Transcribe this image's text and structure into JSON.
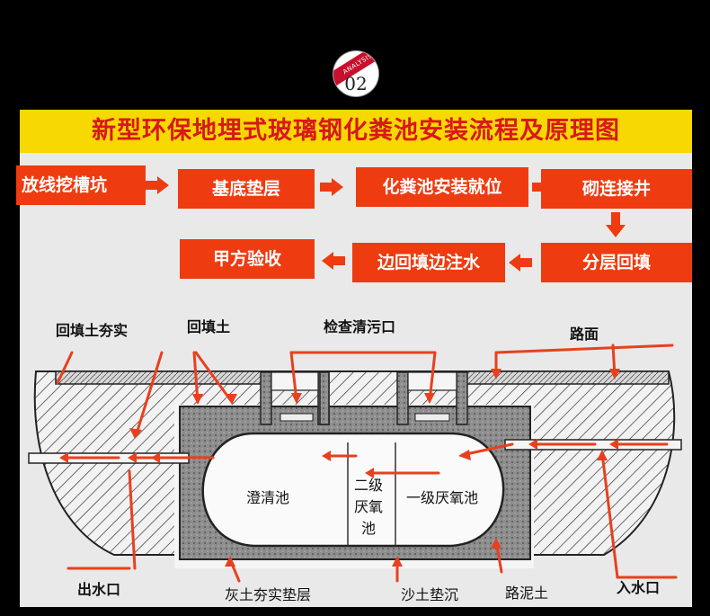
{
  "badge": {
    "tag": "ANALYSIS",
    "number": "02"
  },
  "title": "新型环保地埋式玻璃钢化粪池安装流程及原理图",
  "steps": [
    "放线挖槽坑",
    "基底垫层",
    "化粪池安装就位",
    "砌连接井",
    "分层回填",
    "边回填边注水",
    "甲方验收"
  ],
  "labels": {
    "backfill_compact": "回填土夯实",
    "backfill": "回填土",
    "inspection": "检查清污口",
    "road": "路面",
    "clarifier": "澄清池",
    "second_1": "二级",
    "second_2": "厌氧",
    "second_3": "池",
    "first": "一级厌氧池",
    "outlet": "出水口",
    "lime_base": "灰土夯实垫层",
    "sand_base": "沙土垫沉",
    "road_soil": "路泥土",
    "inlet": "入水口"
  },
  "colors": {
    "accent": "#ef3b10",
    "title_bg": "#f7d800",
    "title_text": "#d8181a",
    "arrow": "#e8401e"
  }
}
